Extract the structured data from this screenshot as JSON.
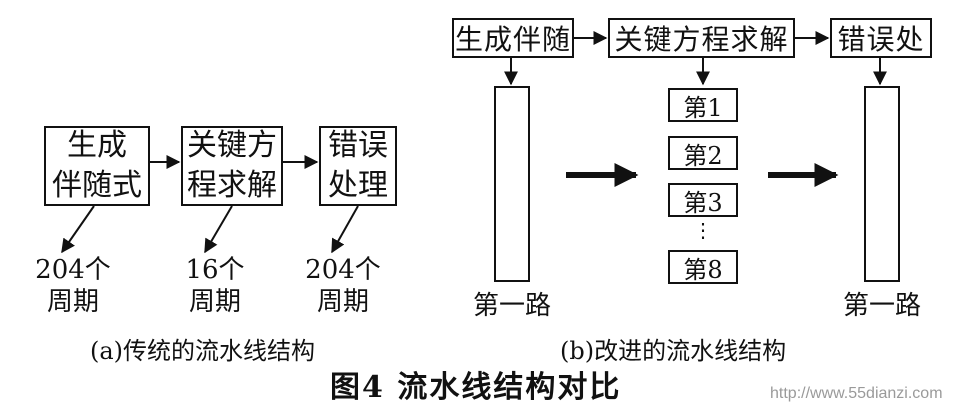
{
  "left": {
    "boxes": [
      {
        "line1": "生成",
        "line2": "伴随式"
      },
      {
        "line1": "关键方",
        "line2": "程求解"
      },
      {
        "line1": "错误",
        "line2": "处理"
      }
    ],
    "cycles": [
      {
        "line1": "204个",
        "line2": "周期"
      },
      {
        "line1": "16个",
        "line2": "周期"
      },
      {
        "line1": "204个",
        "line2": "周期"
      }
    ],
    "caption": "(a)传统的流水线结构"
  },
  "right": {
    "boxes": [
      "生成伴随",
      "关键方程求解",
      "错误处"
    ],
    "paths": [
      "第1",
      "第2",
      "第3",
      "第8"
    ],
    "dots": "⋮",
    "lane_left_label": "第一路",
    "lane_right_label": "第一路",
    "caption": "(b)改进的流水线结构"
  },
  "figure_title": "图4  流水线结构对比",
  "watermark": "http://www.55dianzi.com"
}
